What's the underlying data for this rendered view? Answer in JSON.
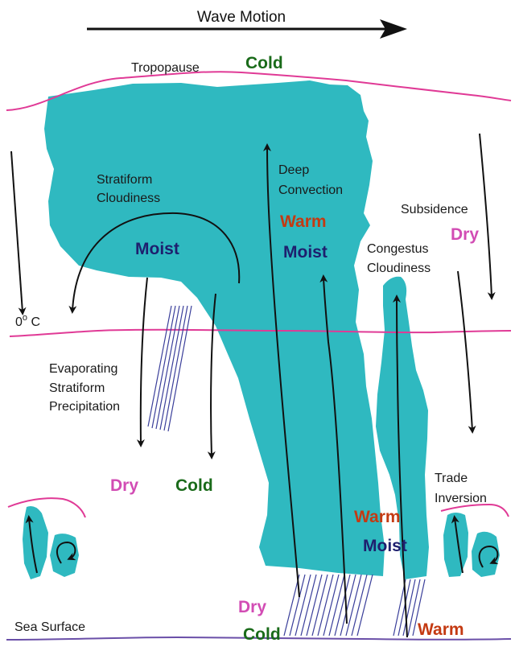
{
  "colors": {
    "cloud": "#2fb9c0",
    "magenta_line": "#e03a96",
    "sea_line": "#6a4fa8",
    "arrow": "#111111",
    "rain": "#3a3f9a",
    "cold": "#1a6b1a",
    "warm": "#c43a12",
    "dry": "#d24cb4",
    "moist": "#1e1f6e",
    "text": "#1a1a1a"
  },
  "diagram": {
    "wave_motion": "Wave Motion",
    "tropopause": "Tropopause",
    "cold_top": "Cold",
    "stratiform_cloudiness": [
      "Stratiform",
      "Cloudiness"
    ],
    "moist_stratiform": "Moist",
    "deep_convection": [
      "Deep",
      "Convection"
    ],
    "warm_deep": "Warm",
    "moist_deep": "Moist",
    "subsidence": "Subsidence",
    "dry_subsidence": "Dry",
    "congestus_cloudiness": [
      "Congestus",
      "Cloudiness"
    ],
    "freezing_level": "0",
    "freezing_level_deg": "o",
    "freezing_level_unit": " C",
    "evaporating_precip": [
      "Evaporating",
      "Stratiform",
      "Precipitation"
    ],
    "dry_left": "Dry",
    "cold_left": "Cold",
    "trade_inversion": [
      "Trade",
      "Inversion"
    ],
    "warm_lower": "Warm",
    "moist_lower": "Moist",
    "dry_bottom": "Dry",
    "cold_bottom": "Cold",
    "warm_bottom": "Warm",
    "sea_surface": "Sea Surface"
  }
}
